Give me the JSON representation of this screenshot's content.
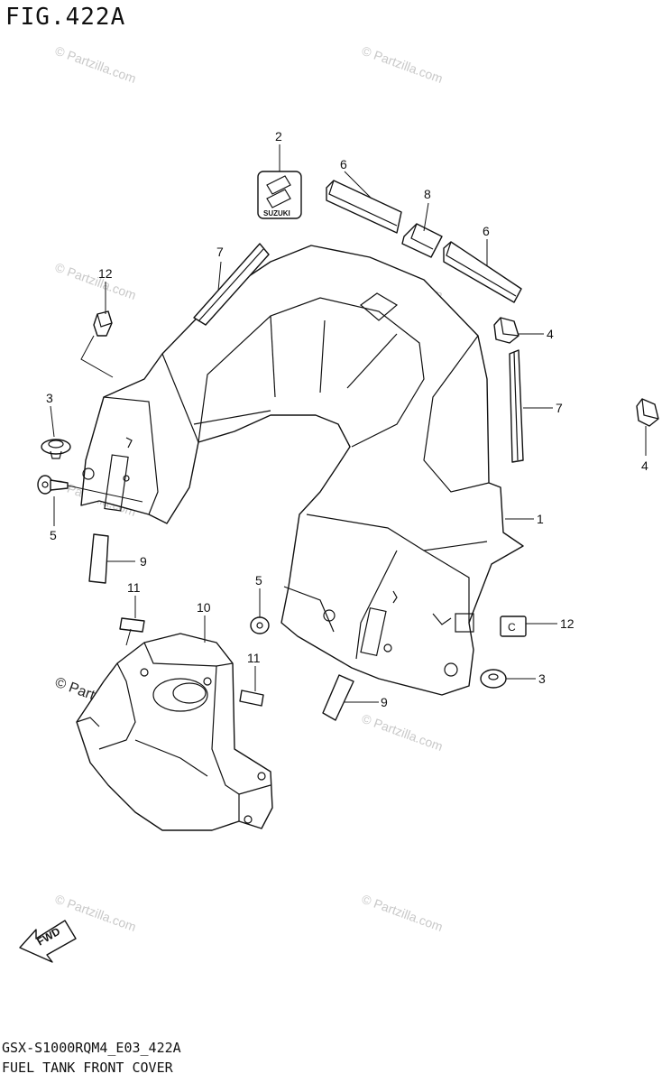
{
  "figure_title": "FIG.422A",
  "footer": {
    "model_code": "GSX-S1000RQM4_E03_422A",
    "section_name": "FUEL TANK FRONT COVER"
  },
  "watermark": {
    "text": "© Partzilla.com"
  },
  "badge": {
    "logo_text": "SUZUKI"
  },
  "fwd_arrow_label": "FWD",
  "callouts": {
    "c1": "1",
    "c2": "2",
    "c3a": "3",
    "c3b": "3",
    "c4a": "4",
    "c4b": "4",
    "c5a": "5",
    "c5b": "5",
    "c6a": "6",
    "c6b": "6",
    "c7a": "7",
    "c7b": "7",
    "c8": "8",
    "c9a": "9",
    "c9b": "9",
    "c10": "10",
    "c11a": "11",
    "c11b": "11",
    "c12a": "12",
    "c12b": "12"
  }
}
